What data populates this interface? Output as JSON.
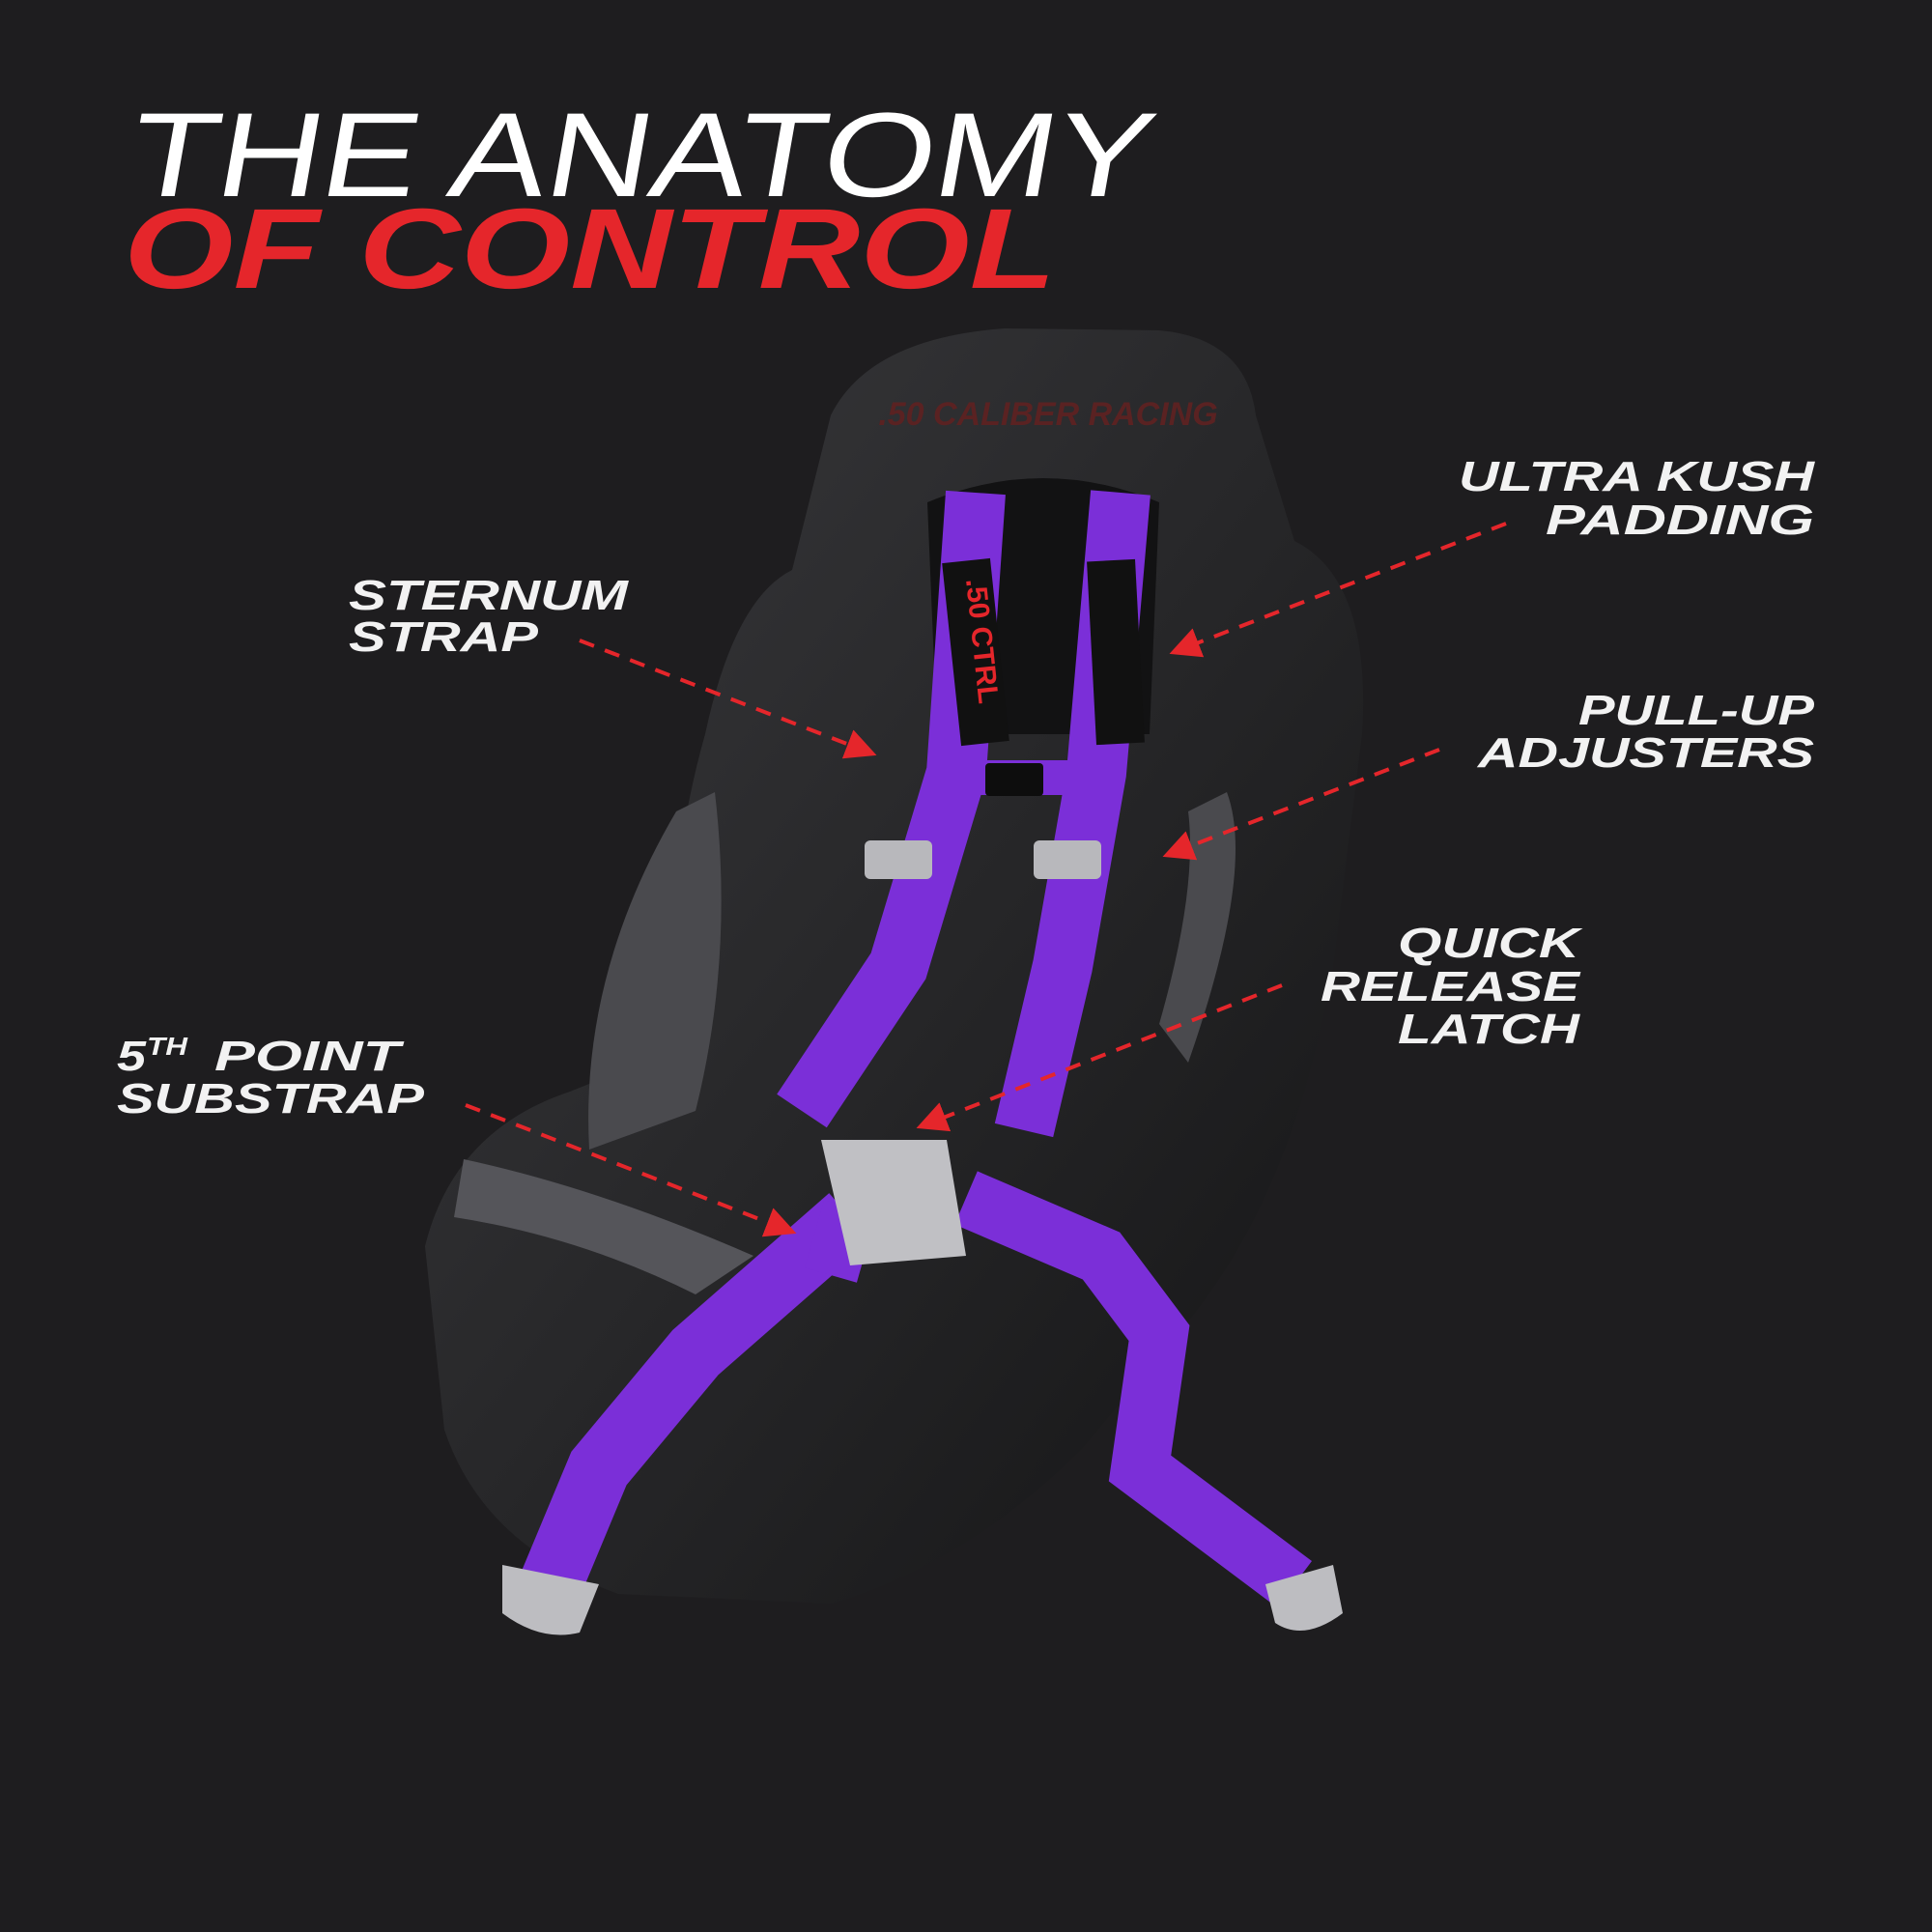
{
  "title": {
    "line1": "THE ANATOMY",
    "line2": "OF CONTROL",
    "line1_color": "#ffffff",
    "line2_color": "#e5262b"
  },
  "callouts": [
    {
      "lines": [
        "STERNUM",
        "STRAP"
      ]
    },
    {
      "lines": [
        "ULTRA KUSH",
        "PADDING"
      ]
    },
    {
      "lines": [
        "PULL-UP",
        "ADJUSTERS"
      ]
    },
    {
      "lines": [
        "QUICK",
        "RELEASE",
        "LATCH"
      ]
    },
    {
      "lines": [
        "5",
        "TH",
        "POINT",
        "SUBSTRAP"
      ]
    }
  ],
  "product": {
    "headrest_logo": ".50 CALIBER RACING",
    "strap_pad_logo": ".50 CTRL",
    "strap_color": "#7b2fd8",
    "seat_color": "#262628",
    "accent_color": "#e5262b"
  }
}
